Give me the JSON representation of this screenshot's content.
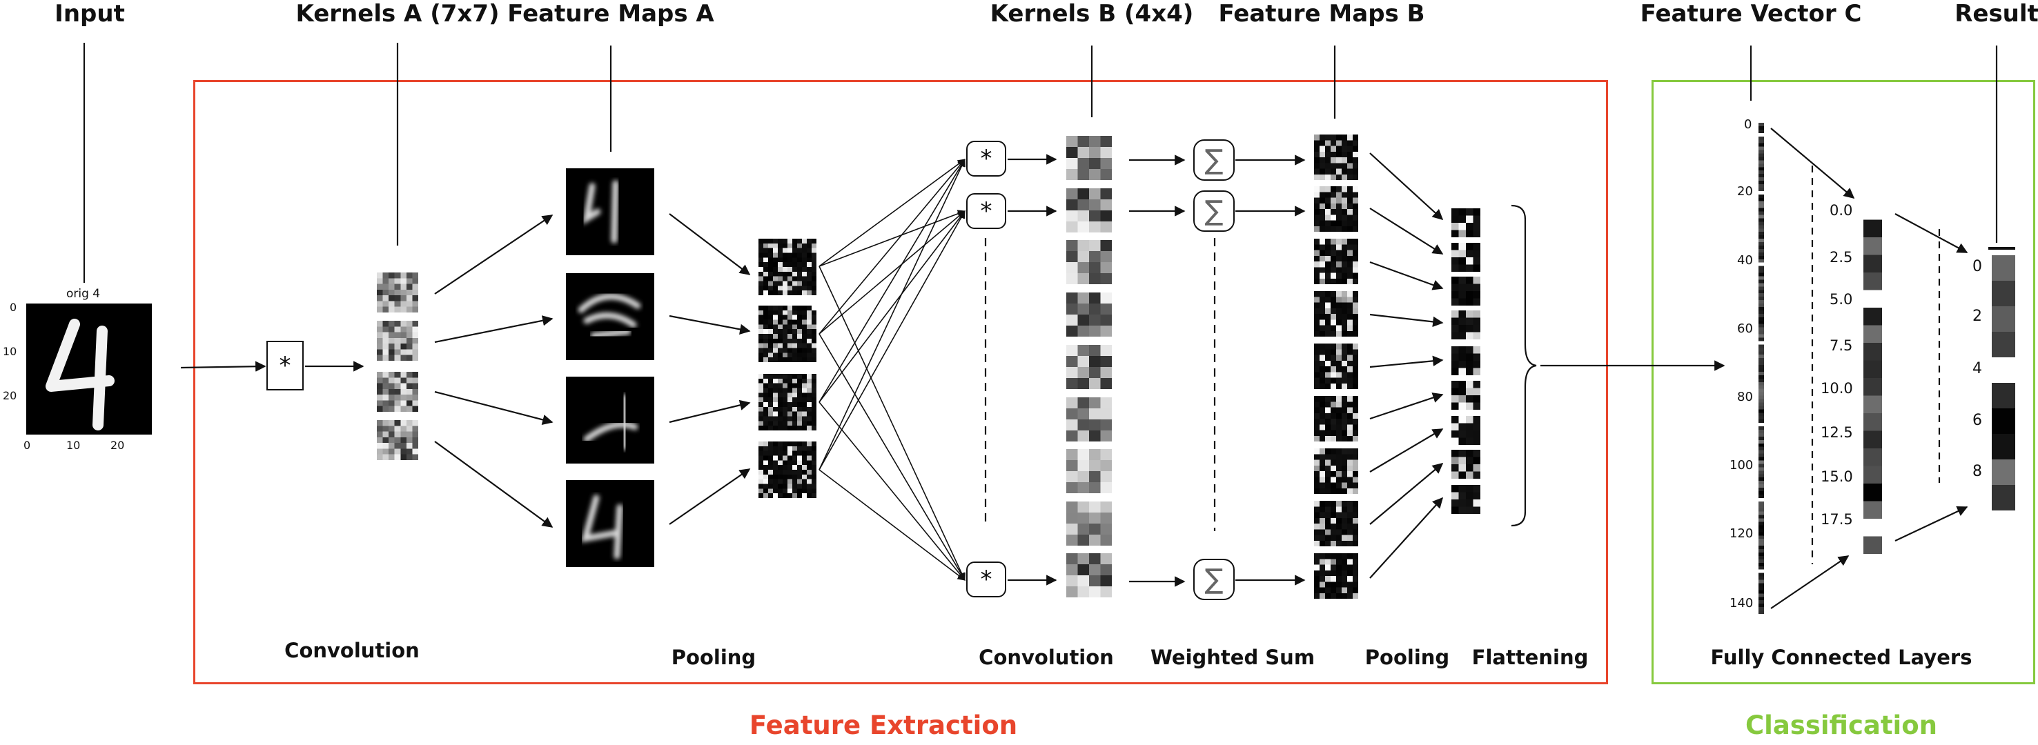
{
  "headers": {
    "input": "Input",
    "kernels_a": "Kernels A (7x7)",
    "feature_maps_a": "Feature Maps A",
    "kernels_b": "Kernels B (4x4)",
    "feature_maps_b": "Feature Maps B",
    "feature_vector_c": "Feature Vector C",
    "result": "Result"
  },
  "stages": {
    "convolution_a": "Convolution",
    "pooling_a": "Pooling",
    "convolution_b": "Convolution",
    "weighted_sum": "Weighted Sum",
    "pooling_b": "Pooling",
    "flattening": "Flattening",
    "fully_connected": "Fully Connected Layers"
  },
  "sections": {
    "feature_extraction": "Feature Extraction",
    "classification": "Classification"
  },
  "colors": {
    "feature_extraction": "#e8452c",
    "classification": "#86c93e"
  },
  "input_image": {
    "title": "orig 4",
    "y_ticks": [
      "0",
      "10",
      "20"
    ],
    "x_ticks": [
      "0",
      "10",
      "20"
    ]
  },
  "operators": {
    "convolution_symbol": "*",
    "sum_symbol": "∑"
  },
  "feature_vector_c": {
    "axis_ticks": [
      "0",
      "20",
      "40",
      "60",
      "80",
      "100",
      "120",
      "140"
    ]
  },
  "fc_hidden": {
    "axis_ticks": [
      "0.0",
      "2.5",
      "5.0",
      "7.5",
      "10.0",
      "12.5",
      "15.0",
      "17.5"
    ]
  },
  "result_vector": {
    "axis_ticks": [
      "0",
      "2",
      "4",
      "6",
      "8"
    ]
  }
}
